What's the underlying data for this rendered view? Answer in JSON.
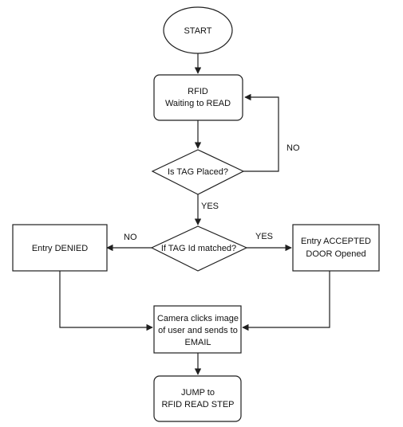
{
  "nodes": {
    "start": {
      "lines": [
        "START"
      ]
    },
    "rfid_wait": {
      "lines": [
        "RFID",
        "Waiting to READ"
      ]
    },
    "tag_placed": {
      "lines": [
        "Is TAG Placed?"
      ]
    },
    "tag_matched": {
      "lines": [
        "If TAG Id matched?"
      ]
    },
    "entry_denied": {
      "lines": [
        "Entry DENIED"
      ]
    },
    "entry_accepted": {
      "lines": [
        "Entry ACCEPTED",
        "DOOR Opened"
      ]
    },
    "camera": {
      "lines": [
        "Camera clicks image",
        "of user and sends to",
        "EMAIL"
      ]
    },
    "jump": {
      "lines": [
        "JUMP to",
        "RFID READ STEP"
      ]
    }
  },
  "edge_labels": {
    "placed_no": "NO",
    "placed_yes": "YES",
    "matched_no": "NO",
    "matched_yes": "YES"
  }
}
